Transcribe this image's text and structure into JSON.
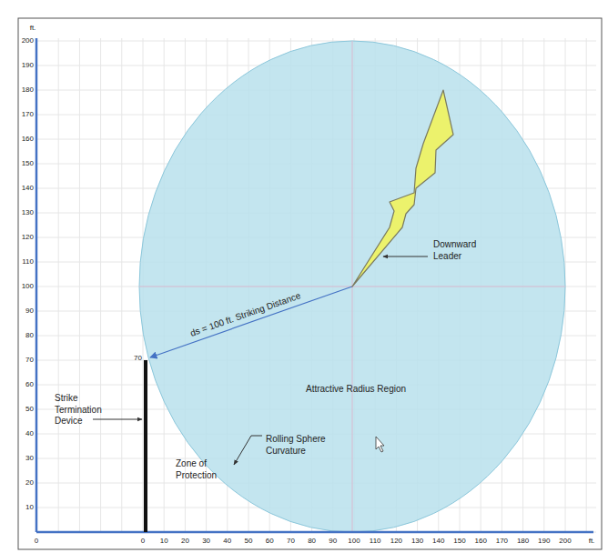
{
  "diagram": {
    "labels": [
      "ft.",
      "200",
      "190",
      "180",
      "170",
      "160",
      "150",
      "140",
      "130",
      "120",
      "110",
      "100",
      "90",
      "80",
      "70",
      "60",
      "50",
      "40",
      "30",
      "20",
      "10",
      "0",
      "0",
      "10",
      "20",
      "30",
      "40",
      "50",
      "60",
      "70",
      "80",
      "90",
      "100",
      "110",
      "120",
      "130",
      "140",
      "150",
      "160",
      "170",
      "180",
      "190",
      "200",
      "ft.",
      "70",
      "Downward Leader",
      "ds = 100 ft. Striking Distance",
      "Attractive Radius Region",
      "Strike Termination Device",
      "Zone of Protection",
      "Rolling Sphere Curvature"
    ]
  }
}
